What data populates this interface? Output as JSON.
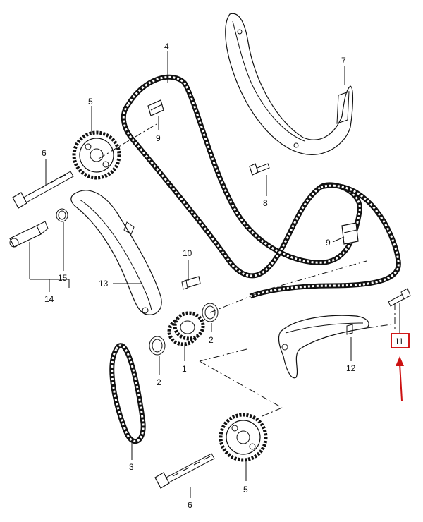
{
  "diagram": {
    "callouts": {
      "c1": "1",
      "c2a": "2",
      "c2b": "2",
      "c3": "3",
      "c4": "4",
      "c5a": "5",
      "c5b": "5",
      "c6a": "6",
      "c6b": "6",
      "c7": "7",
      "c8": "8",
      "c9a": "9",
      "c9b": "9",
      "c10": "10",
      "c11": "11",
      "c12": "12",
      "c13": "13",
      "c14": "14",
      "c15": "15"
    },
    "highlight": {
      "callout": "11",
      "box_color": "#cc0000",
      "arrow_color": "#cc1111"
    },
    "line_color": "#111111"
  }
}
